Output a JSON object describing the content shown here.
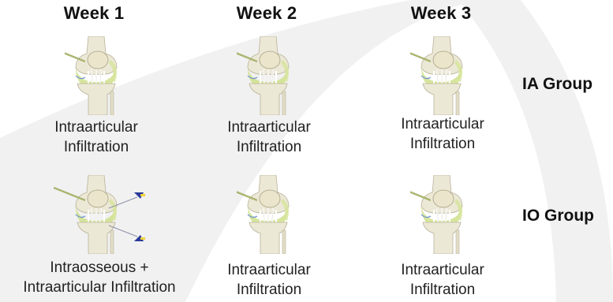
{
  "headers": [
    "Week 1",
    "Week 2",
    "Week  3"
  ],
  "groups": [
    "IA Group",
    "IO Group"
  ],
  "rows": [
    {
      "group": "IA Group",
      "cells": [
        {
          "line1": "Intraarticular",
          "line2": "Infiltration"
        },
        {
          "line1": "Intraarticular",
          "line2": "Infiltration"
        },
        {
          "line1": "Intraarticular",
          "line2": "Infiltration"
        }
      ]
    },
    {
      "group": "IO Group",
      "cells": [
        {
          "line1": "Intraosseous +",
          "line2": "Intraarticular Infiltration"
        },
        {
          "line1": "Intraarticular",
          "line2": "Infiltration"
        },
        {
          "line1": "Intraarticular",
          "line2": "Infiltration"
        }
      ]
    }
  ],
  "icons": {
    "knee": "knee-joint-icon",
    "syringe": "syringe-icon",
    "bone_needle": "intraosseous-needle-icon"
  },
  "colors": {
    "bone": "#ece8d6",
    "cartilage": "#cfe08c",
    "ligament": "#f2f2ee",
    "needle": "#8d9a4a",
    "intraosseous_needle": "#2b3a9a",
    "background_arc": "#eeeeee"
  }
}
